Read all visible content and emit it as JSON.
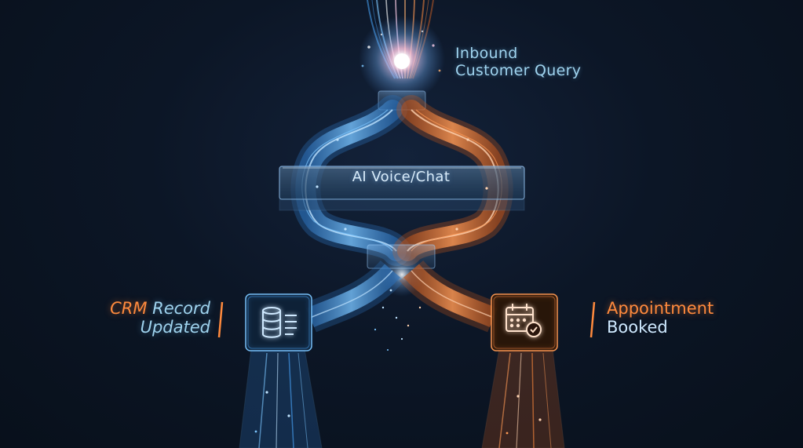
{
  "labels": {
    "inbound_line1": "Inbound",
    "inbound_line2": "Customer Query",
    "hub": "AI Voice/Chat",
    "left_word1": "CRM",
    "left_word2": "Record",
    "left_line2": "Updated",
    "right_line1": "Appointment",
    "right_line2": "Booked"
  },
  "icons": {
    "left_output": "database-icon",
    "right_output": "calendar-check-icon"
  },
  "colors": {
    "background": "#0b1422",
    "blue_stream": "#4aa8ff",
    "orange_stream": "#ff8a3d",
    "label_blue": "#9fd3ee",
    "label_orange": "#ff8a3d"
  }
}
